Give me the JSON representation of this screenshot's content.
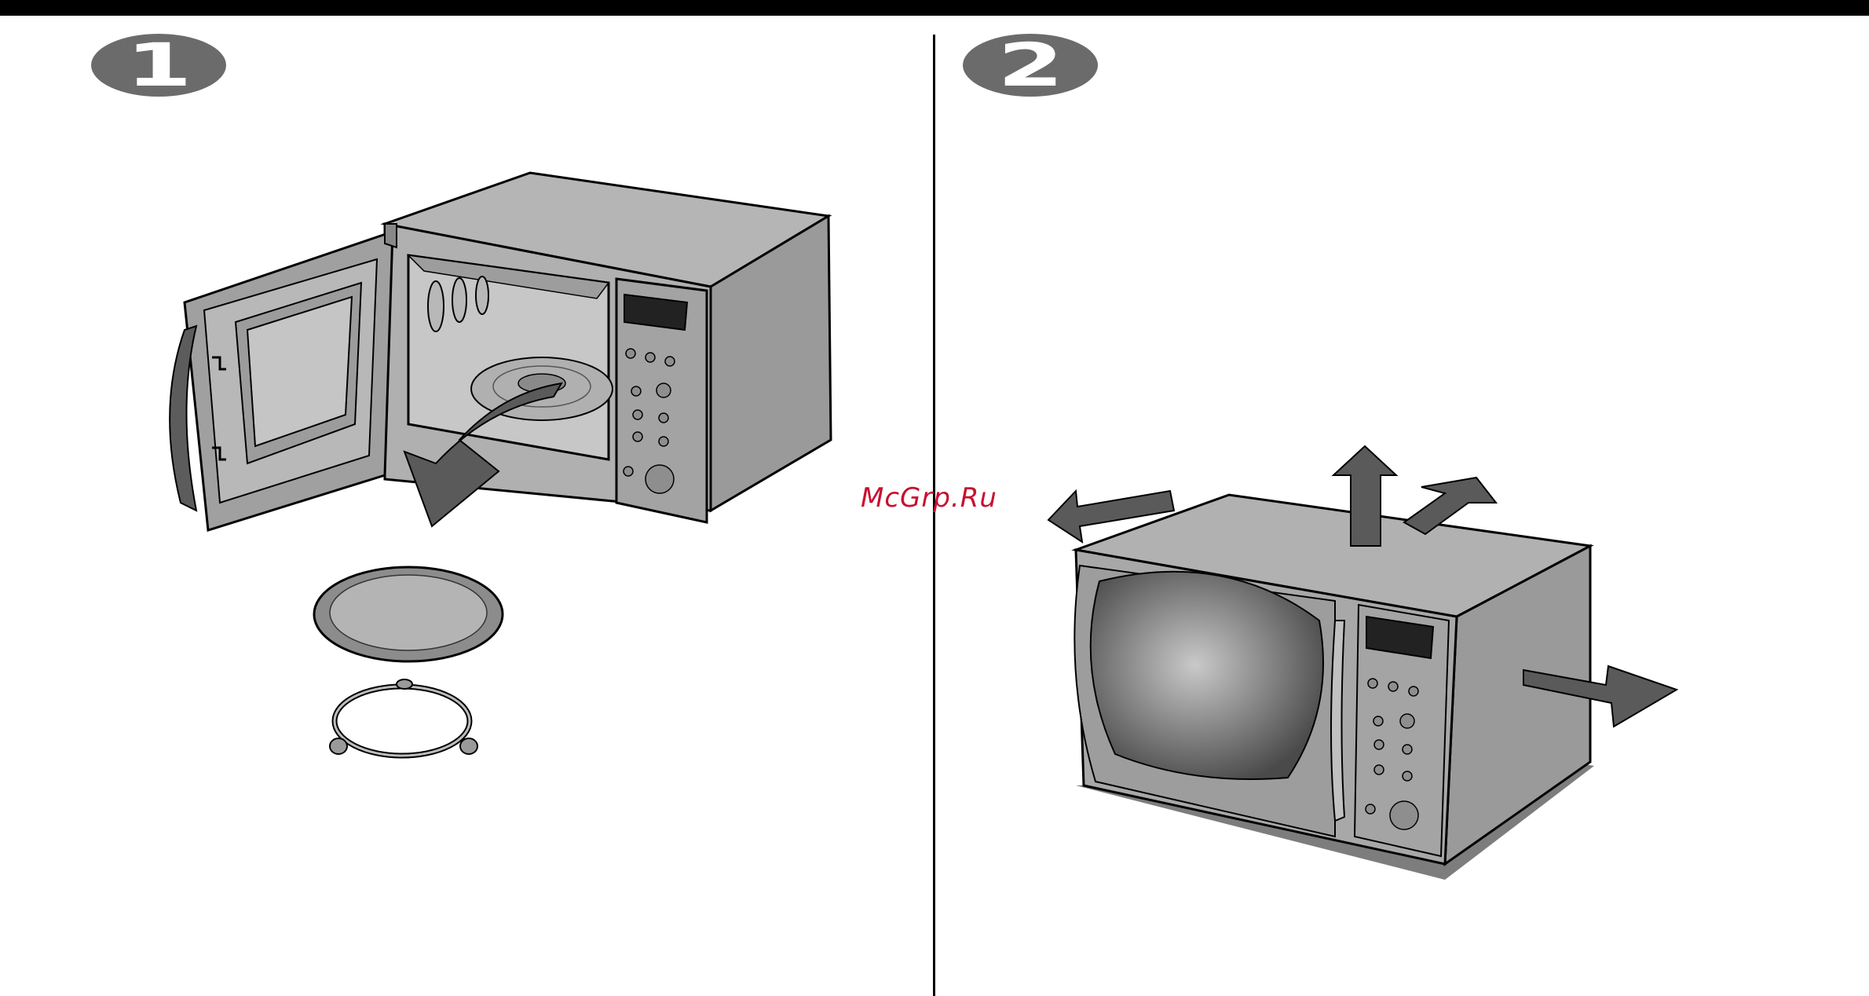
{
  "steps": [
    {
      "number": "1"
    },
    {
      "number": "2"
    }
  ],
  "watermark": "McGrp.Ru",
  "colors": {
    "badge": "#6b6b6b",
    "appliance_body": "#a9a9a9",
    "appliance_dark": "#6e6e6e",
    "arrow": "#5a5a5a",
    "watermark": "#c8102e"
  }
}
